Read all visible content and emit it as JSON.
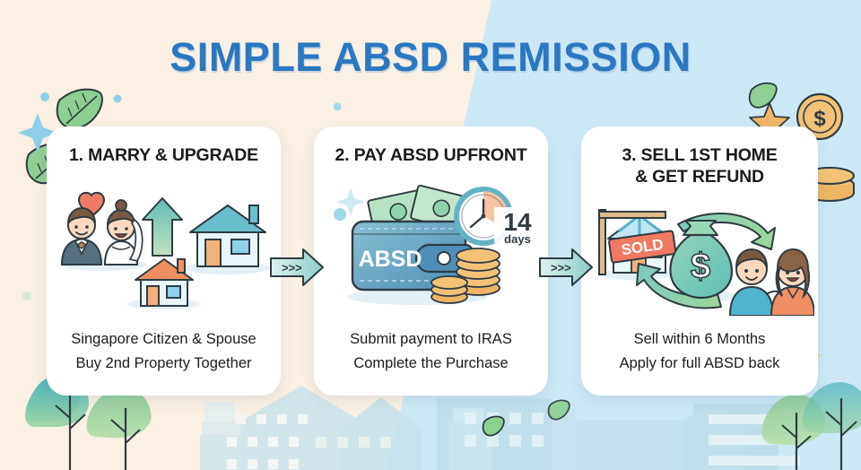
{
  "page": {
    "title": "SIMPLE ABSD REMISSION",
    "title_color": "#2a78c2",
    "bg_left_color": "#faf0e3",
    "bg_right_color": "#cde8f5"
  },
  "cards": [
    {
      "id": "marry-upgrade",
      "title_line1": "1. MARRY & UPGRADE",
      "title_line2": "",
      "caption_line1": "Singapore Citizen & Spouse",
      "caption_line2": "Buy 2nd Property Together",
      "art": {
        "icons": [
          "bride-groom-icon",
          "heart-icon",
          "up-arrow-icon",
          "small-house-icon",
          "large-house-icon"
        ],
        "heart_color": "#ef7a68",
        "arrow_color": "#7fc6bd",
        "small_house_roof_color": "#ef8f5e",
        "large_house_roof_color": "#5ab4c4"
      }
    },
    {
      "id": "pay-absd-upfront",
      "title_line1": "2. PAY ABSD UPFRONT",
      "title_line2": "",
      "caption_line1": "Submit payment to IRAS",
      "caption_line2": "Complete the Purchase",
      "art": {
        "icons": [
          "wallet-icon",
          "banknote-icon",
          "coin-stack-icon",
          "clock-icon",
          "sparkle-icon"
        ],
        "wallet_label": "ABSD",
        "clock_number": "14",
        "clock_unit": "days",
        "wallet_color": "#5a9fc0",
        "banknote_color": "#a8dcc0",
        "coin_color": "#f3c675"
      }
    },
    {
      "id": "sell-first-home",
      "title_line1": "3. SELL 1ST HOME",
      "title_line2": "& GET REFUND",
      "caption_line1": "Sell within 6 Months",
      "caption_line2": "Apply for full ABSD back",
      "art": {
        "icons": [
          "house-for-sale-icon",
          "sold-sign-icon",
          "refund-arrow-icon",
          "money-bag-icon",
          "couple-icon"
        ],
        "sold_label": "SOLD",
        "money_symbol": "$",
        "sold_sign_color": "#ef7a61",
        "money_bag_color": "#7ec9b4",
        "arrow_color": "#8ecf9e"
      }
    }
  ],
  "connectors": [
    {
      "id": "connector-1",
      "label": ">>>",
      "icon": "right-arrow-icon",
      "color": "#a9dcd8"
    },
    {
      "id": "connector-2",
      "label": ">>>",
      "icon": "right-arrow-icon",
      "color": "#a9dcd8"
    }
  ],
  "decorations": {
    "left": [
      "leaf-icon",
      "leaf-icon",
      "sparkle-icon",
      "dot-icon",
      "dot-icon"
    ],
    "right": [
      "star-icon",
      "dollar-coin-icon",
      "coin-stack-icon",
      "leaf-icon",
      "sparkle-icon"
    ],
    "bottom": [
      "city-skyline",
      "tree-icon",
      "tree-icon",
      "tree-icon",
      "tree-icon"
    ],
    "coin_symbol": "$"
  }
}
